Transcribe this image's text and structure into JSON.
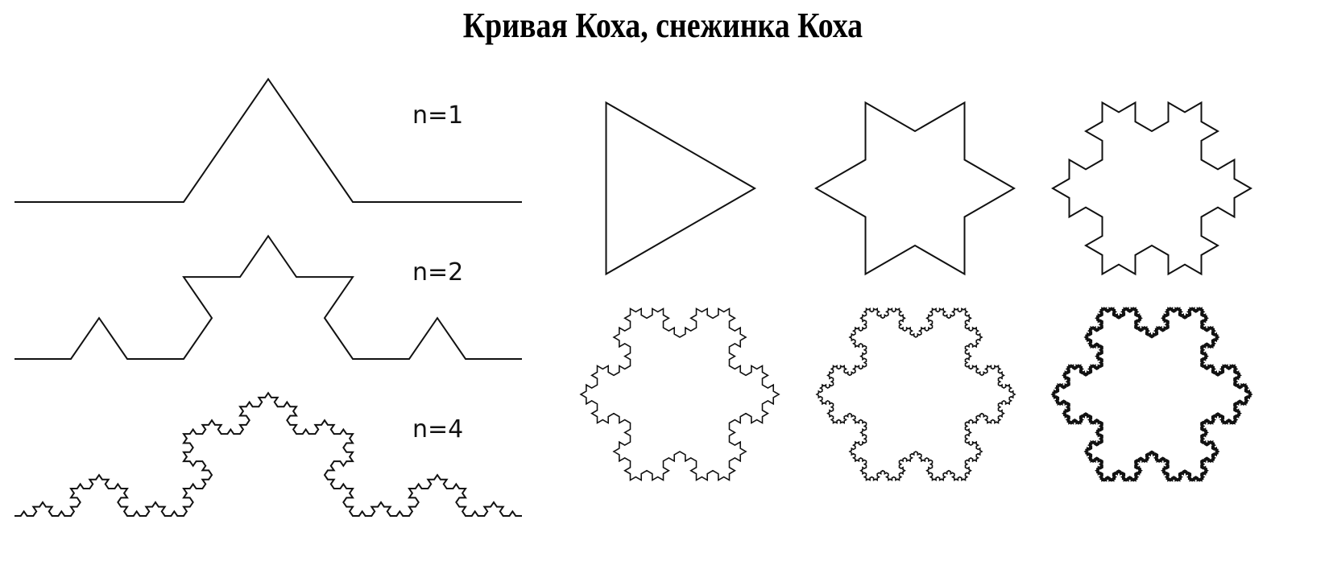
{
  "title": "Кривая Коха, снежинка Коха",
  "koch_curves": [
    {
      "label": "n=1",
      "iterations": 1
    },
    {
      "label": "n=2",
      "iterations": 2
    },
    {
      "label": "n=4",
      "iterations": 4
    }
  ],
  "snowflakes": [
    {
      "iterations": 0
    },
    {
      "iterations": 1
    },
    {
      "iterations": 2
    },
    {
      "iterations": 3
    },
    {
      "iterations": 4
    },
    {
      "iterations": 5
    }
  ],
  "stroke_color": "#111111"
}
